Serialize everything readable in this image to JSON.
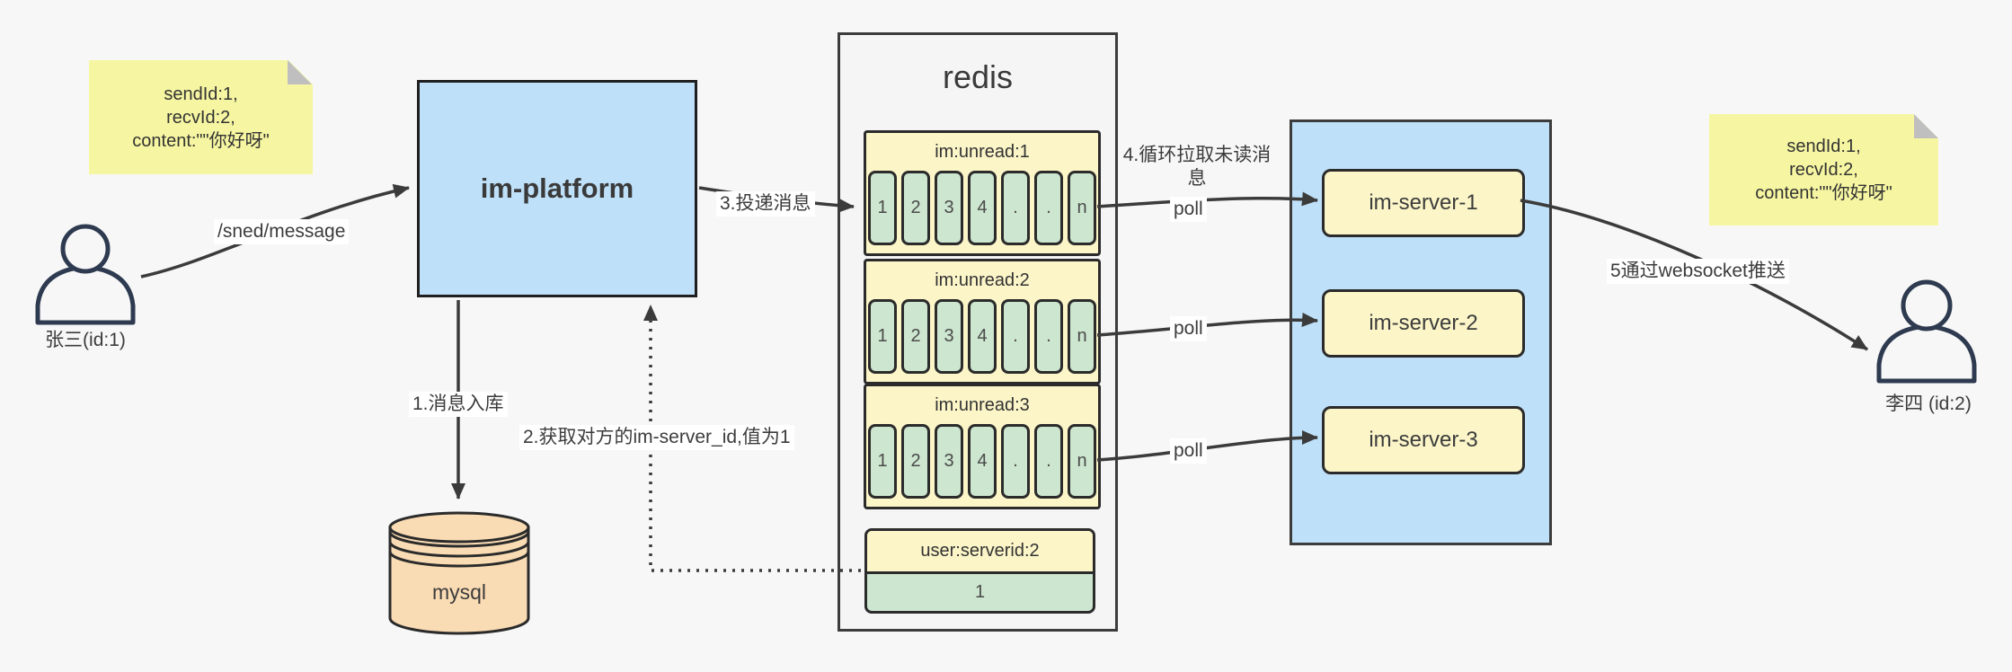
{
  "colors": {
    "background": "#f7f7f7",
    "container_gray": "#f5f5f5",
    "box_blue": "#bee0f8",
    "note_yellow": "#f6f6a2",
    "pale_yellow": "#fbf5c8",
    "cell_green": "#cde6cf",
    "db_tan": "#fadcb4",
    "stroke_dark": "#2b2b2b",
    "arrow": "#3b3b3b",
    "person": "#2e3a50"
  },
  "notes": {
    "left_lines": [
      "sendId:1,",
      "recvId:2,",
      "content:\"\"你好呀\""
    ],
    "right_lines": [
      "sendId:1,",
      "recvId:2,",
      "content:\"\"你好呀\""
    ]
  },
  "sender": {
    "label": "张三(id:1)"
  },
  "receiver": {
    "label": "李四 (id:2)"
  },
  "platform": {
    "label": "im-platform"
  },
  "database": {
    "label": "mysql"
  },
  "redis": {
    "title": "redis",
    "queues": [
      {
        "title": "im:unread:1",
        "cells": [
          "1",
          "2",
          "3",
          "4",
          ".",
          ".",
          "n"
        ]
      },
      {
        "title": "im:unread:2",
        "cells": [
          "1",
          "2",
          "3",
          "4",
          ".",
          ".",
          "n"
        ]
      },
      {
        "title": "im:unread:3",
        "cells": [
          "1",
          "2",
          "3",
          "4",
          ".",
          ".",
          "n"
        ]
      }
    ],
    "mapping": {
      "title": "user:serverid:2",
      "value": "1"
    }
  },
  "servers": [
    {
      "label": "im-server-1"
    },
    {
      "label": "im-server-2"
    },
    {
      "label": "im-server-3"
    }
  ],
  "edges": {
    "send_label": "/sned/message",
    "store_label": "1.消息入库",
    "lookup_label": "2.获取对方的im-server_id,值为1",
    "deliver_label": "3.投递消息",
    "pull_label": "4.循环拉取未读消息",
    "poll_labels": [
      "poll",
      "poll",
      "poll"
    ],
    "push_label": "5通过websocket推送"
  }
}
